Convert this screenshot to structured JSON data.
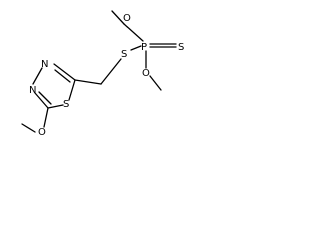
{
  "molecule": {
    "atoms": {
      "s_thioether": "S",
      "phosphorus": "P",
      "s_thione": "S",
      "o_methoxy_top": "O",
      "o_methoxy_bottom": "O",
      "ring_n_top": "N",
      "ring_n_bottom": "N",
      "ring_s": "S",
      "o_ring_methoxy": "O"
    }
  }
}
